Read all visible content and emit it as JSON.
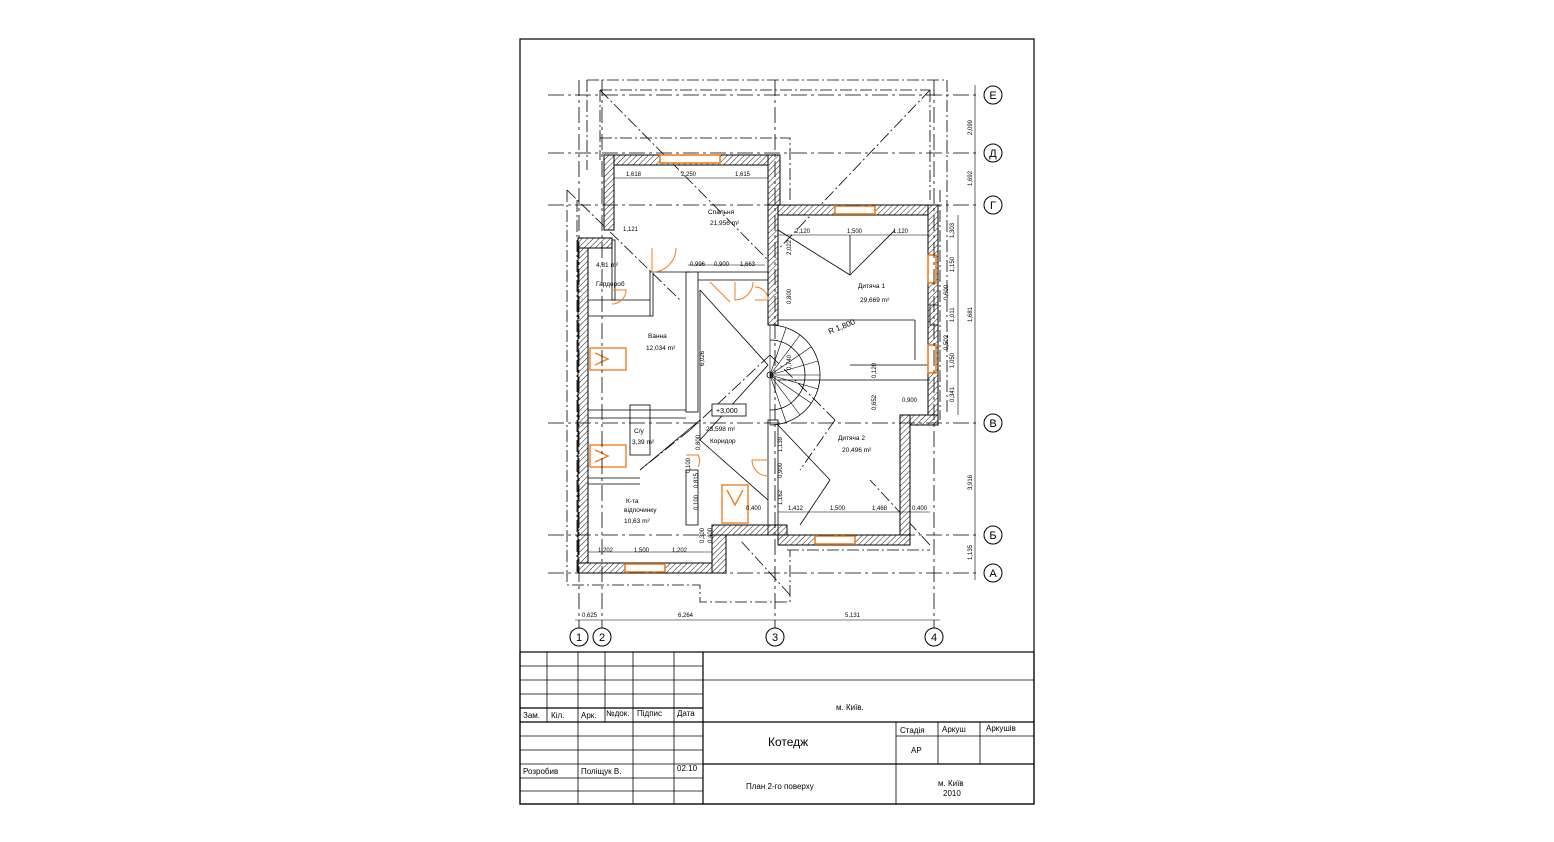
{
  "axes": {
    "rows": [
      "Е",
      "Д",
      "Г",
      "В",
      "Б",
      "А"
    ],
    "cols": [
      "1",
      "2",
      "3",
      "4"
    ]
  },
  "level_mark": "+3,000",
  "rooms": {
    "bedroom": {
      "name": "Спальня",
      "area": "21,956 m²"
    },
    "dressing": {
      "name": "Гардероб",
      "area": "4,81 m²"
    },
    "bath": {
      "name": "Ванна",
      "area": "12,034 m²"
    },
    "wc": {
      "name": "С/у",
      "area": "3,39 m²"
    },
    "rest": {
      "name1": "К-та",
      "name2": "відпочинку",
      "area": "10,63 m²"
    },
    "corridor": {
      "name": "Коридор",
      "area": "23,598 m²"
    },
    "child1": {
      "name": "Дитяча 1",
      "area": "29,669 m²"
    },
    "child2": {
      "name": "Дитяча 2",
      "area": "20,496 m²"
    }
  },
  "radius": "R 1,800",
  "dimensions": {
    "bottom": [
      "0,625",
      "6,264",
      "5,131"
    ],
    "right": [
      "2,099",
      "1,692",
      "1,681",
      "3,916",
      "1,135"
    ],
    "bedroom_top": [
      "1,618",
      "2,250",
      "1,615"
    ],
    "child1_top": [
      "2,120",
      "1,500",
      "1,120"
    ],
    "child2_bottom": [
      "1,412",
      "1,500",
      "1,468",
      "0,400"
    ],
    "rest_bottom": [
      "1,202",
      "1,500",
      "1,202"
    ],
    "corridor_top": [
      "0,996",
      "0,900",
      "1,663"
    ],
    "misc": [
      "1,121",
      "6,026",
      "0,800",
      "2,022",
      "0,740",
      "0,120",
      "0,652",
      "0,900",
      "1,139",
      "0,900",
      "1,162",
      "0,100",
      "0,400",
      "0,815",
      "0,800",
      "0,300",
      "0,100",
      "0,400"
    ],
    "right_inner": [
      "1,303",
      "1,150",
      "0,600",
      "1,011",
      "0,502",
      "1,050",
      "0,341"
    ]
  },
  "title_block": {
    "col_headers": [
      "Зам.",
      "Кіл.",
      "Арк.",
      "№док.",
      "Підпис",
      "Дата"
    ],
    "developed_by": "Розробив",
    "author": "Поліщук В.",
    "date": "02.10",
    "city_top": "м. Київ.",
    "project": "Котедж",
    "stage_label": "Стадія",
    "sheet_label": "Аркуш",
    "sheets_label": "Аркушів",
    "stage": "АР",
    "drawing": "План 2-го поверху",
    "city": "м. Київ",
    "year": "2010"
  }
}
